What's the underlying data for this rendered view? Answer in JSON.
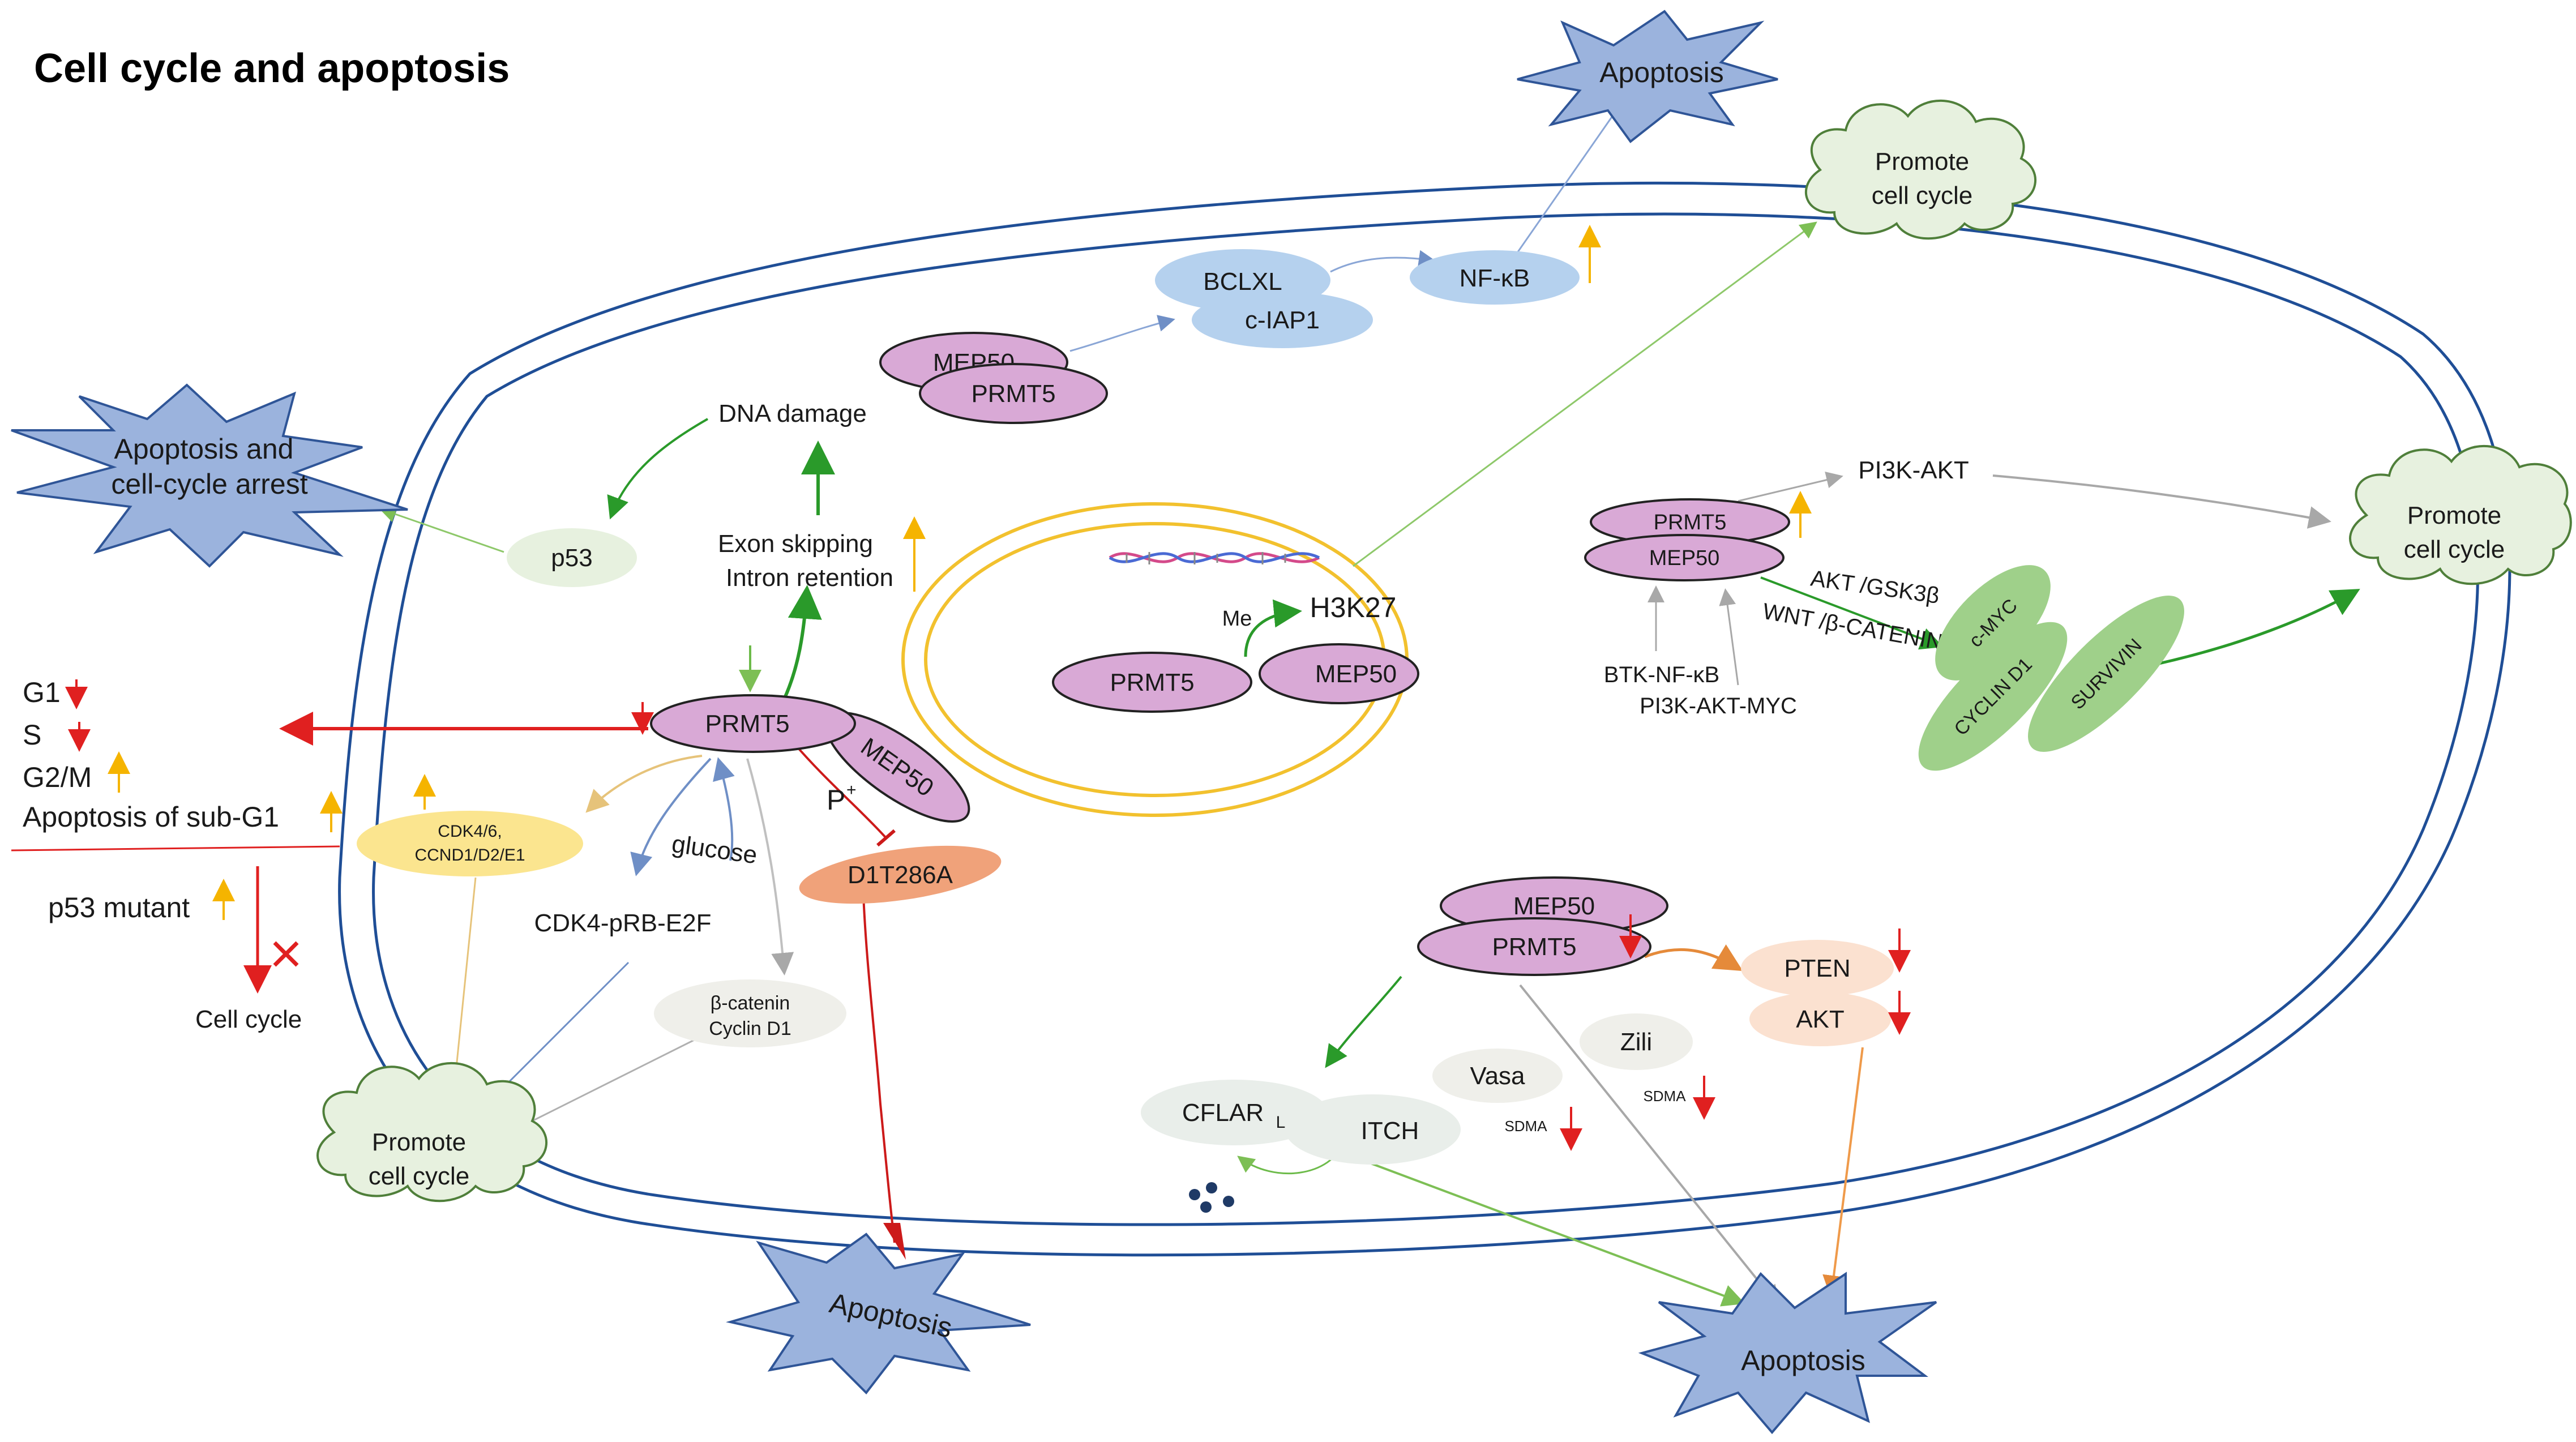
{
  "title": "Cell cycle and apoptosis",
  "colors": {
    "membrane": "#1f4e96",
    "nucleus": "#f2c12e",
    "prmt_fill": "#d9a9d6",
    "star_fill": "#9bb3dd",
    "cloud_fill": "#e7f1df",
    "red": "#e02020",
    "orange_up": "#f5b400",
    "green": "#2a9a2a"
  },
  "icons": {
    "star": "apoptosis-star-icon",
    "cloud": "promote-cell-cycle-cloud-icon",
    "dna": "dna-helix-icon",
    "cross": "x-cross-icon"
  },
  "labels": {
    "apoptosis": "Apoptosis",
    "apoptosis_arrest_1": "Apoptosis and",
    "apoptosis_arrest_2": "cell-cycle arrest",
    "promote_1": "Promote",
    "promote_2": "cell cycle",
    "prmt5": "PRMT5",
    "mep50": "MEP50",
    "bclxl": "BCLXL",
    "ciap1": "c-IAP1",
    "nfkb": "NF-κB",
    "dna_damage": "DNA damage",
    "exon": "Exon skipping",
    "intron": "Intron retention",
    "p53": "p53",
    "me": "Me",
    "h3k27": "H3K27",
    "pi3k_akt": "PI3K-AKT",
    "akt_gsk": "AKT /GSK3β",
    "wnt": "WNT /β-CATENIN",
    "btk": "BTK-NF-κB",
    "pi3k_myc": "PI3K-AKT-MYC",
    "cmyc": "c-MYC",
    "cyclin_d1_caps": "CYCLIN D1",
    "survivin": "SURVIVIN",
    "g1": "G1",
    "s": "S",
    "g2m": "G2/M",
    "sub_g1": "Apoptosis of sub-G1",
    "p53_mutant": "p53 mutant",
    "cell_cycle": "Cell cycle",
    "cdk_1": "CDK4/6,",
    "cdk_2": "CCND1/D2/E1",
    "glucose": "glucose",
    "cdk4_prb": "CDK4-pRB-E2F",
    "p_plus": "P",
    "d1t": "D1T286A",
    "bcat_1": "β-catenin",
    "bcat_2": "Cyclin D1",
    "pten": "PTEN",
    "akt": "AKT",
    "cflar": "CFLAR",
    "cflar_sub": "L",
    "itch": "ITCH",
    "vasa": "Vasa",
    "zili": "Zili",
    "sdma": "SDMA"
  }
}
